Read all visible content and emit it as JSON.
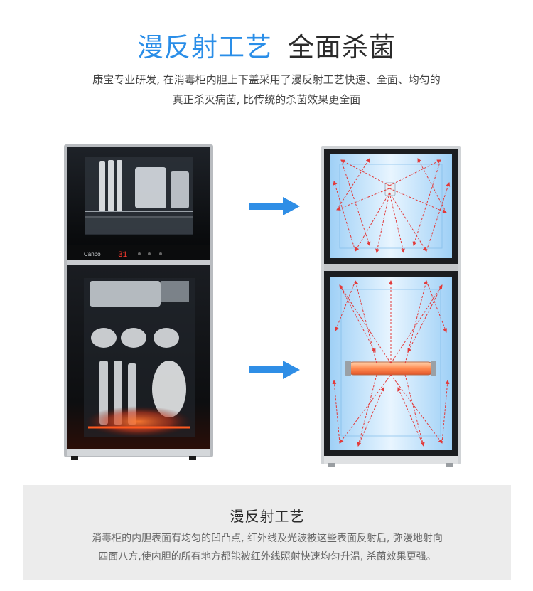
{
  "header": {
    "title_part1": "漫反射工艺",
    "title_part2": "全面杀菌",
    "description_line1": "康宝专业研发, 在消毒柜内胆上下盖采用了漫反射工艺快速、全面、均匀的",
    "description_line2": "真正杀灭病菌, 比传统的杀菌效果更全面"
  },
  "product": {
    "brand_label": "Canbo",
    "display_readout": "31"
  },
  "info_panel": {
    "title": "漫反射工艺",
    "text_line1": "消毒柜的内胆表面有均匀的凹凸点, 红外线及光波被这些表面反射后, 弥漫地射向",
    "text_line2": "四面八方,使内胆的所有地方都能被红外线照射快速均匀升温, 杀菌效果更强。"
  },
  "colors": {
    "title_blue": "#2a8ee8",
    "arrow_blue": "#2f8ee6",
    "ray_red": "#e23a3a",
    "panel_bg": "#ececec"
  }
}
